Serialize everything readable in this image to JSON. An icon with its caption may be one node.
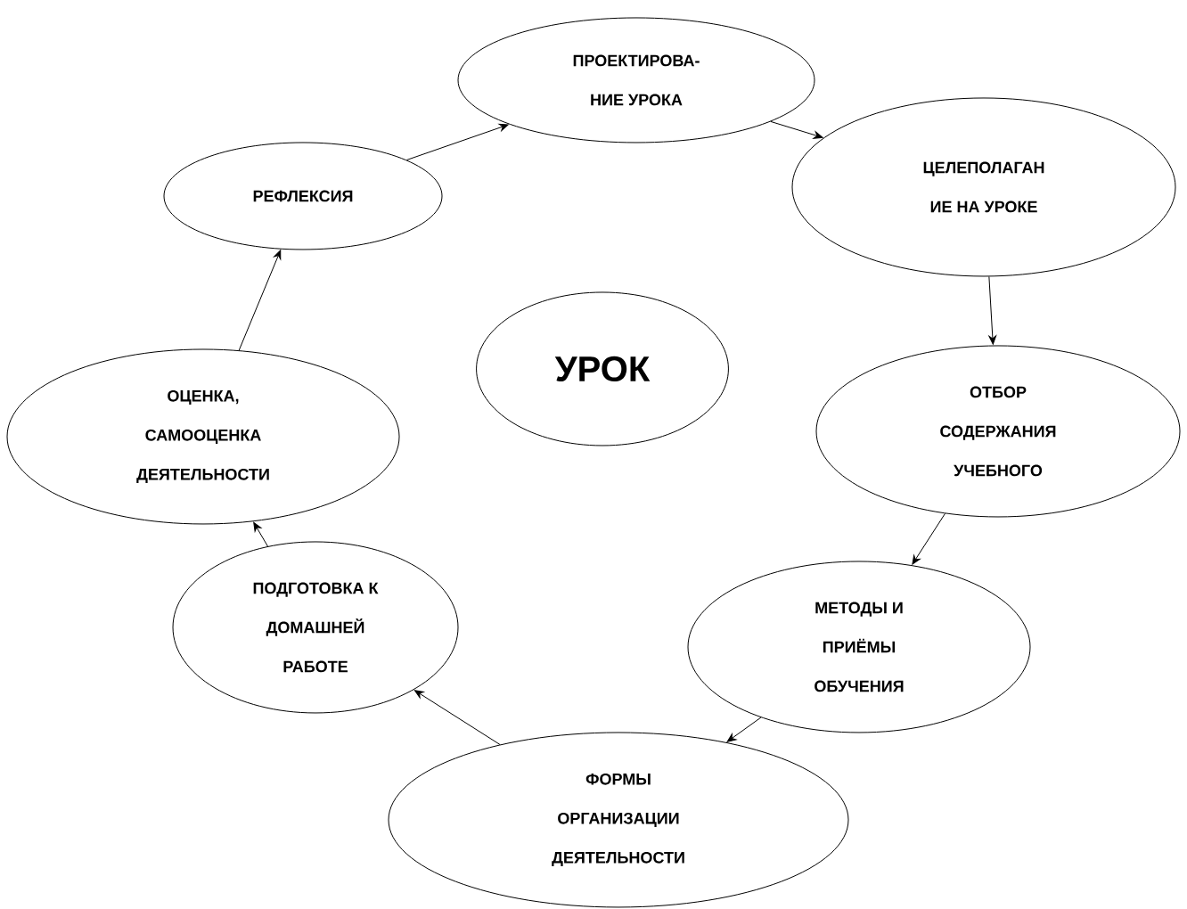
{
  "diagram": {
    "nodes": [
      {
        "text": [
          "ПРОЕКТИРОВА- НИЕ УРОКА"
        ]
      },
      {
        "text": [
          "ЦЕЛЕПОЛАГАН ИЕ НА УРОКЕ"
        ]
      },
      {
        "text": [
          "ОТБОР СОДЕРЖАНИЯ УЧЕБНОГО"
        ]
      },
      {
        "text": [
          "МЕТОДЫ И ПРИЁМЫ ОБУЧЕНИЯ"
        ]
      },
      {
        "text": [
          "ФОРМЫ ОРГАНИЗАЦИИ ДЕЯТЕЛЬНОСТИ"
        ]
      },
      {
        "text": [
          "ПОДГОТОВКА К ДОМАШНЕЙ РАБОТЕ"
        ]
      },
      {
        "text": [
          "ОЦЕНКА, САМООЦЕНКА ДЕЯТЕЛЬНОСТИ"
        ]
      },
      {
        "text": [
          "РЕФЛЕКСИЯ"
        ]
      },
      {
        "text": [
          "УРОК"
        ]
      }
    ],
    "edges": [
      {
        "from": 0,
        "to": 1,
        "arrow": "to"
      },
      {
        "from": 1,
        "to": 2,
        "arrow": "to"
      },
      {
        "from": 2,
        "to": 3,
        "arrow": "to"
      },
      {
        "from": 3,
        "to": 4,
        "arrow": "to"
      },
      {
        "from": 4,
        "to": 5,
        "arrow": "to"
      },
      {
        "from": 5,
        "to": 6,
        "arrow": "to"
      },
      {
        "from": 6,
        "to": 7,
        "arrow": "to"
      },
      {
        "from": 7,
        "to": 0,
        "arrow": "to"
      }
    ]
  }
}
